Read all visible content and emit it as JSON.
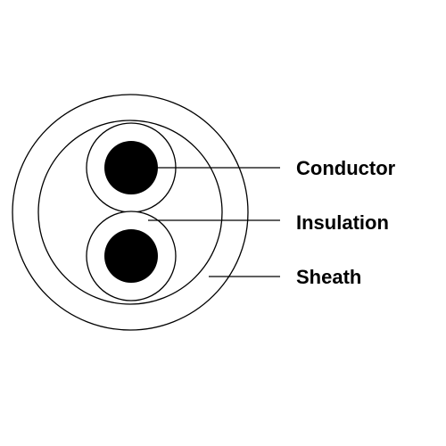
{
  "diagram": {
    "labels": {
      "conductor": "Conductor",
      "insulation": "Insulation",
      "sheath": "Sheath"
    },
    "colors": {
      "stroke": "#000000",
      "conductor_fill": "#000000",
      "background": "#ffffff"
    }
  }
}
